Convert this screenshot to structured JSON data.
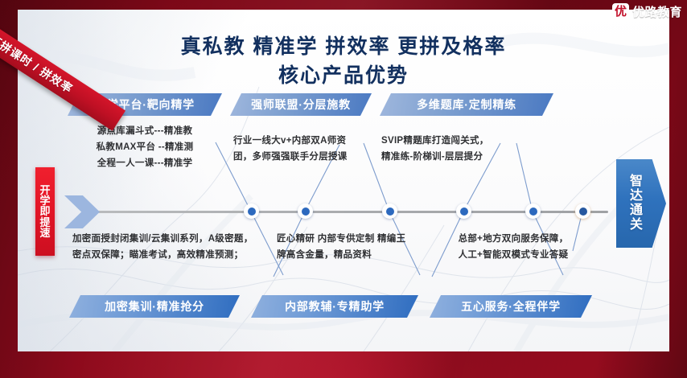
{
  "ribbon": {
    "text": "不拼课时 / 拼效率"
  },
  "logo": {
    "mark": "优",
    "name": "优路教育"
  },
  "title": {
    "main": "真私教  精准学 拼效率 更拼及格率",
    "sub": "核心产品优势"
  },
  "side_labels": {
    "left": {
      "chars": [
        "开",
        "学",
        "即",
        "提",
        "速"
      ]
    },
    "right": {
      "chars": [
        "智",
        "达",
        "通",
        "关"
      ]
    }
  },
  "top_items": [
    {
      "banner": "智学平台·靶向精学",
      "lines": [
        "源点库漏斗式---精准教",
        "私教MAX平台 --精准测",
        "全程一人一课---精准学"
      ]
    },
    {
      "banner": "强师联盟·分层施教",
      "lines": [
        "行业一线大v+内部双A师资",
        "团，多师强强联手分层授课"
      ]
    },
    {
      "banner": "多维题库·定制精练",
      "lines": [
        "SVIP精题库打造闯关式，",
        "精准练-阶梯训-层层提分"
      ]
    }
  ],
  "bottom_items": [
    {
      "banner": "加密集训·精准抢分",
      "lines": [
        "加密面授封闭集训/云集训系列，A级密题，",
        "密点双保障；瞄准考试，高效精准预测；"
      ]
    },
    {
      "banner": "内部教辅·专精助学",
      "lines": [
        "匠心精研   内部专供定制 精编王",
        "牌高含金量，精品资料"
      ]
    },
    {
      "banner": "五心服务·全程伴学",
      "lines": [
        "总部+地方双向服务保障，",
        "人工+智能双模式专业答疑"
      ]
    }
  ],
  "colors": {
    "frame_red": "#a50e22",
    "title_navy": "#12305f",
    "banner_blue": "#2f6dc0",
    "node_blue": "#2c69be",
    "left_label_red": "#e21426"
  }
}
